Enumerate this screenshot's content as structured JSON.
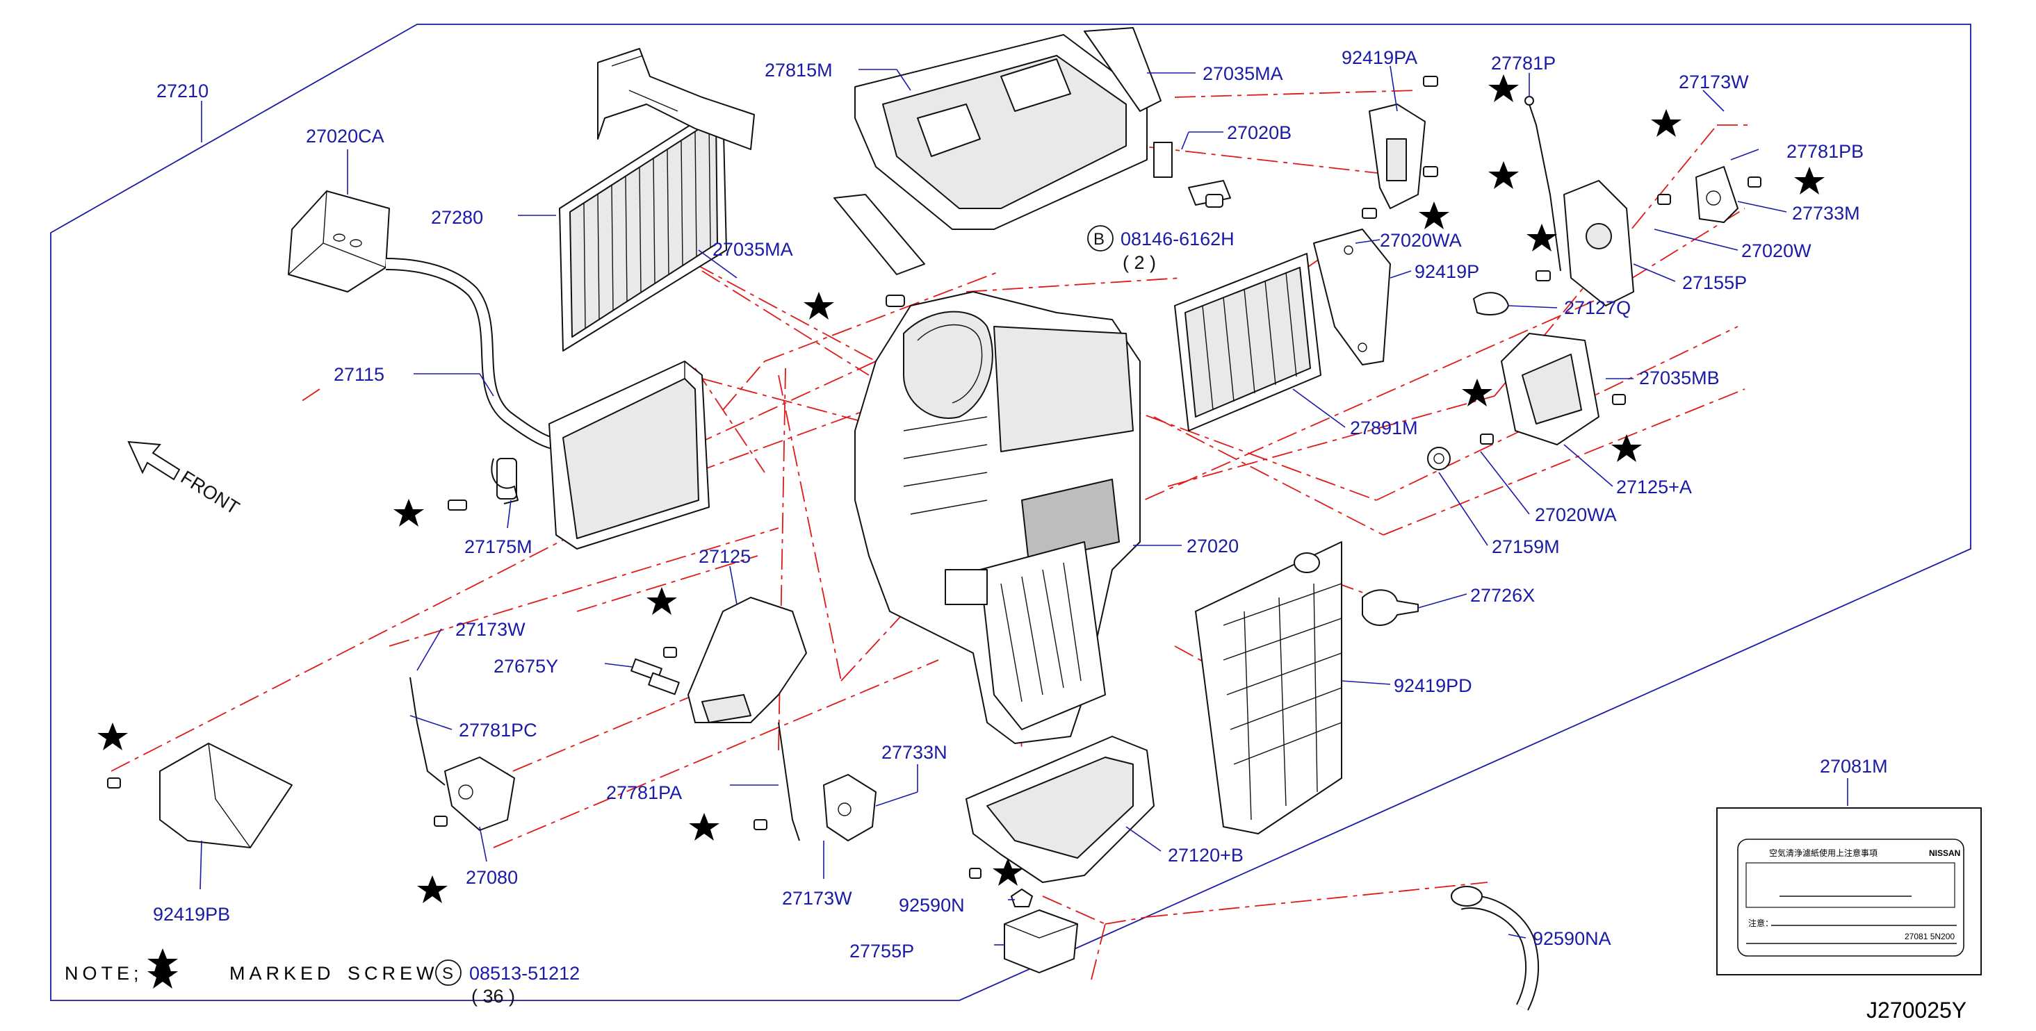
{
  "diagram_id": "J270025Y",
  "labels": {
    "p27210": "27210",
    "p27020CA": "27020CA",
    "p27280": "27280",
    "p27115": "27115",
    "p27175M": "27175M",
    "p27815M": "27815M",
    "p27035MA_top": "27035MA",
    "p27035MA_left": "27035MA",
    "p27020B": "27020B",
    "p08146": "08146-6162H",
    "p08146_qty": "( 2 )",
    "p92419PA": "92419PA",
    "p27781P": "27781P",
    "p27173W_top": "27173W",
    "p27781PB": "27781PB",
    "p27733M": "27733M",
    "p27020W": "27020W",
    "p27155P": "27155P",
    "p27020WA_top": "27020WA",
    "p92419P": "92419P",
    "p27127Q": "27127Q",
    "p27035MB": "27035MB",
    "p27891M": "27891M",
    "p27125A": "27125+A",
    "p27020WA_bot": "27020WA",
    "p27159M": "27159M",
    "p27020": "27020",
    "p27726X": "27726X",
    "p92419PD": "92419PD",
    "p27125": "27125",
    "p27173W_left": "27173W",
    "p27675Y": "27675Y",
    "p27781PC": "27781PC",
    "p27080": "27080",
    "p92419PB": "92419PB",
    "p27733N": "27733N",
    "p27781PA": "27781PA",
    "p27173W_bot": "27173W",
    "p92590N": "92590N",
    "p27120B": "27120+B",
    "p27755P": "27755P",
    "p92590NA": "92590NA",
    "p27081M": "27081M"
  },
  "callout_letters": {
    "bolt": "B",
    "screw": "S"
  },
  "front_label": "FRONT",
  "note": {
    "prefix": "NOTE;",
    "marked": "MARKED",
    "screws": "SCREWS",
    "part_no": "08513-51212",
    "qty": "( 36 )"
  },
  "caution_label": {
    "title": "空気清浄濾紙使用上注意事項",
    "brand": "NISSAN",
    "field": "注意：",
    "code": "27081 5N200"
  },
  "colors": {
    "label_blue": "#1a1aa8",
    "dash_red": "#e01818",
    "outline": "#111111"
  }
}
